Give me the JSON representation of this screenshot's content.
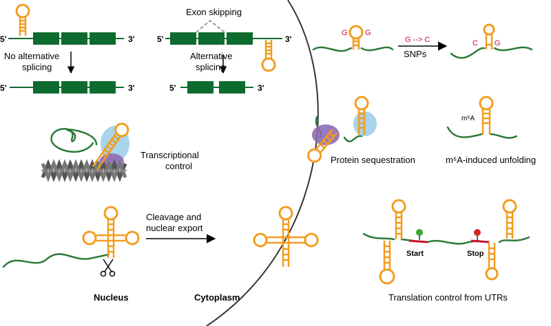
{
  "splicing": {
    "no_alt_line1": "No alternative",
    "no_alt_line2": "splicing",
    "exon_skipping": "Exon skipping",
    "alt_line1": "Alternative",
    "alt_line2": "splicing",
    "five_prime": "5'",
    "three_prime": "3'"
  },
  "transcription": {
    "line1": "Transcriptional",
    "line2": "control"
  },
  "cleavage": {
    "line1": "Cleavage and",
    "line2": "nuclear export"
  },
  "compartments": {
    "nucleus": "Nucleus",
    "cytoplasm": "Cytoplasm"
  },
  "snp": {
    "g": "G",
    "c": "C",
    "change": "G --> C",
    "label": "SNPs"
  },
  "protein": {
    "label": "Protein sequestration"
  },
  "m6a": {
    "mark": "m⁶A",
    "label": "m⁶A-induced unfolding"
  },
  "translation": {
    "start": "Start",
    "stop": "Stop",
    "label": "Translation control from UTRs"
  },
  "colors": {
    "rna_green": "#2d7a3a",
    "exon_green": "#0e6b2f",
    "hairpin_orange": "#f39c1f",
    "protein_blue": "#a8d4ec",
    "protein_purple": "#8e6bb3",
    "snp_red": "#c8102e"
  }
}
